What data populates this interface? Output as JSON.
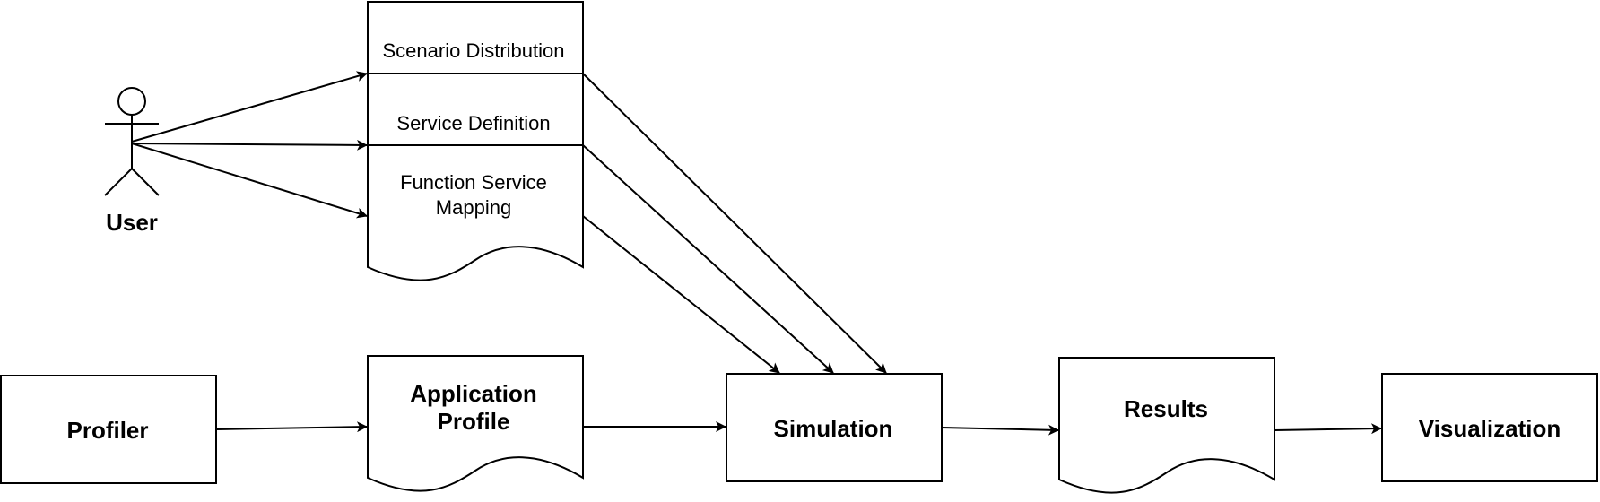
{
  "actor": {
    "label": "User"
  },
  "document_stack": {
    "scenario_distribution": "Scenario Distribution",
    "service_definition": "Service Definition",
    "function_service_mapping": [
      "Function Service",
      "Mapping"
    ]
  },
  "nodes": {
    "profiler": "Profiler",
    "application_profile": [
      "Application",
      "Profile"
    ],
    "simulation": "Simulation",
    "results": "Results",
    "visualization": "Visualization"
  },
  "colors": {
    "stroke": "#000000",
    "fill": "#ffffff"
  }
}
